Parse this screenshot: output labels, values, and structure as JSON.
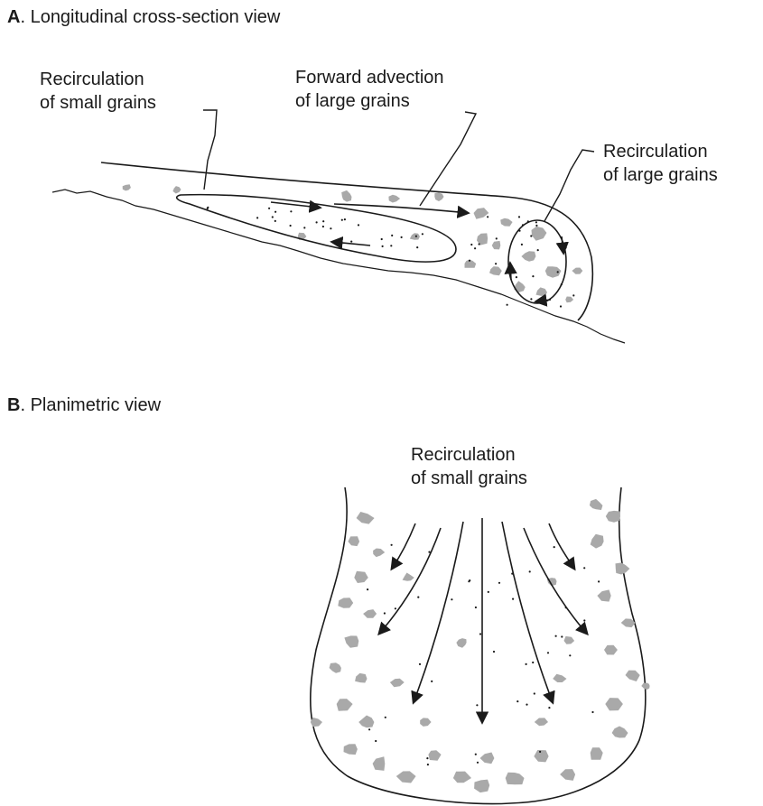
{
  "panel_a": {
    "letter": "A",
    "title": ". Longitudinal cross-section view",
    "labels": {
      "small_recirc_1": "Recirculation",
      "small_recirc_2": "of small grains",
      "forward_1": "Forward advection",
      "forward_2": "of large grains",
      "large_recirc_1": "Recirculation",
      "large_recirc_2": "of large grains"
    }
  },
  "panel_b": {
    "letter": "B",
    "title": ". Planimetric view",
    "labels": {
      "small_recirc_1": "Recirculation",
      "small_recirc_2": "of small grains"
    }
  },
  "colors": {
    "ink": "#1a1a1a",
    "grain": "#a9a9a9",
    "background": "#ffffff"
  }
}
